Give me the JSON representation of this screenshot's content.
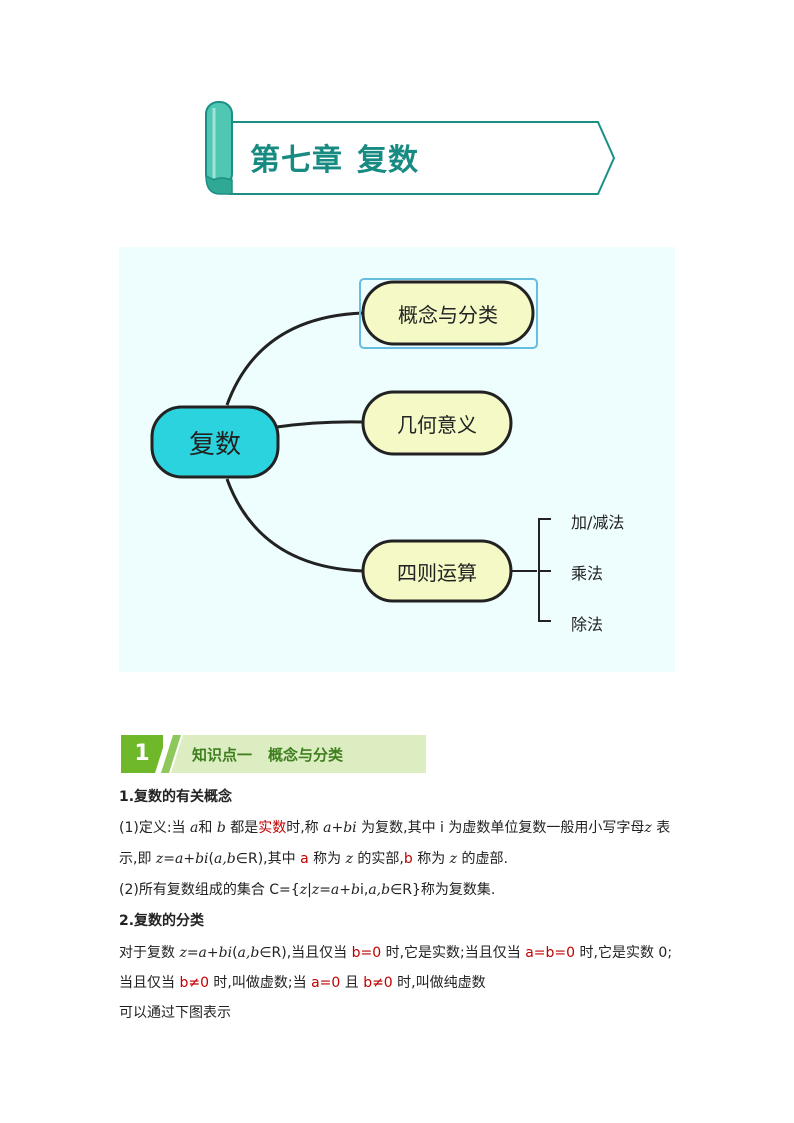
{
  "chapter": {
    "title_prefix": "第七章",
    "title_main": "复数"
  },
  "mindmap": {
    "root": "复数",
    "branches": [
      {
        "label": "概念与分类"
      },
      {
        "label": "几何意义"
      },
      {
        "label": "四则运算",
        "children": [
          "加/减法",
          "乘法",
          "除法"
        ]
      }
    ]
  },
  "section": {
    "number": "1",
    "label": "知识点一",
    "topic": "概念与分类"
  },
  "body": {
    "h1": "1.复数的有关概念",
    "def": {
      "p1": "(1)定义:当 ",
      "a1": "a",
      "p2": "和 ",
      "b1": "b",
      "p3": " 都是",
      "real": "实数",
      "p4": "时,称 ",
      "expr1": "a+bi",
      "p5": " 为复数,其中 i 为虚数单位复数一般用小写字母",
      "z1": "z",
      "p6": " 表",
      "q1": "示,即 ",
      "zdef": "z=a+bi",
      "q2": "(",
      "ab1": "a,b",
      "q3": "∈R),其中 ",
      "a_red": "a",
      "q4": " 称为 ",
      "z2": "z",
      "q5": " 的实部,",
      "b_red": "b",
      "q6": " 称为 ",
      "z3": "z",
      "q7": " 的虚部."
    },
    "set": {
      "p1": "(2)所有复数组成的集合 C={",
      "z4": "z",
      "p2": "|",
      "zdef2": "z=a+b",
      "p3": "i,",
      "ab2": "a,b",
      "p4": "∈R}称为复数集."
    },
    "h2": "2.复数的分类",
    "cls": {
      "p1": "对于复数 ",
      "zdef3": "z=a+bi",
      "p2": "(",
      "ab3": "a,b",
      "p3": "∈R),当且仅当 ",
      "b0": "b=0",
      "p4": " 时,它是实数;当且仅当 ",
      "ab0": "a=b=0",
      "p5": " 时,它是实数 0;",
      "q1": "当且仅当 ",
      "bne0": "b≠0",
      "q2": " 时,叫做虚数;当 ",
      "a0": "a=0",
      "q3": " 且 ",
      "bne0b": "b≠0",
      "q4": " 时,叫做纯虚数"
    },
    "end": "可以通过下图表示"
  }
}
